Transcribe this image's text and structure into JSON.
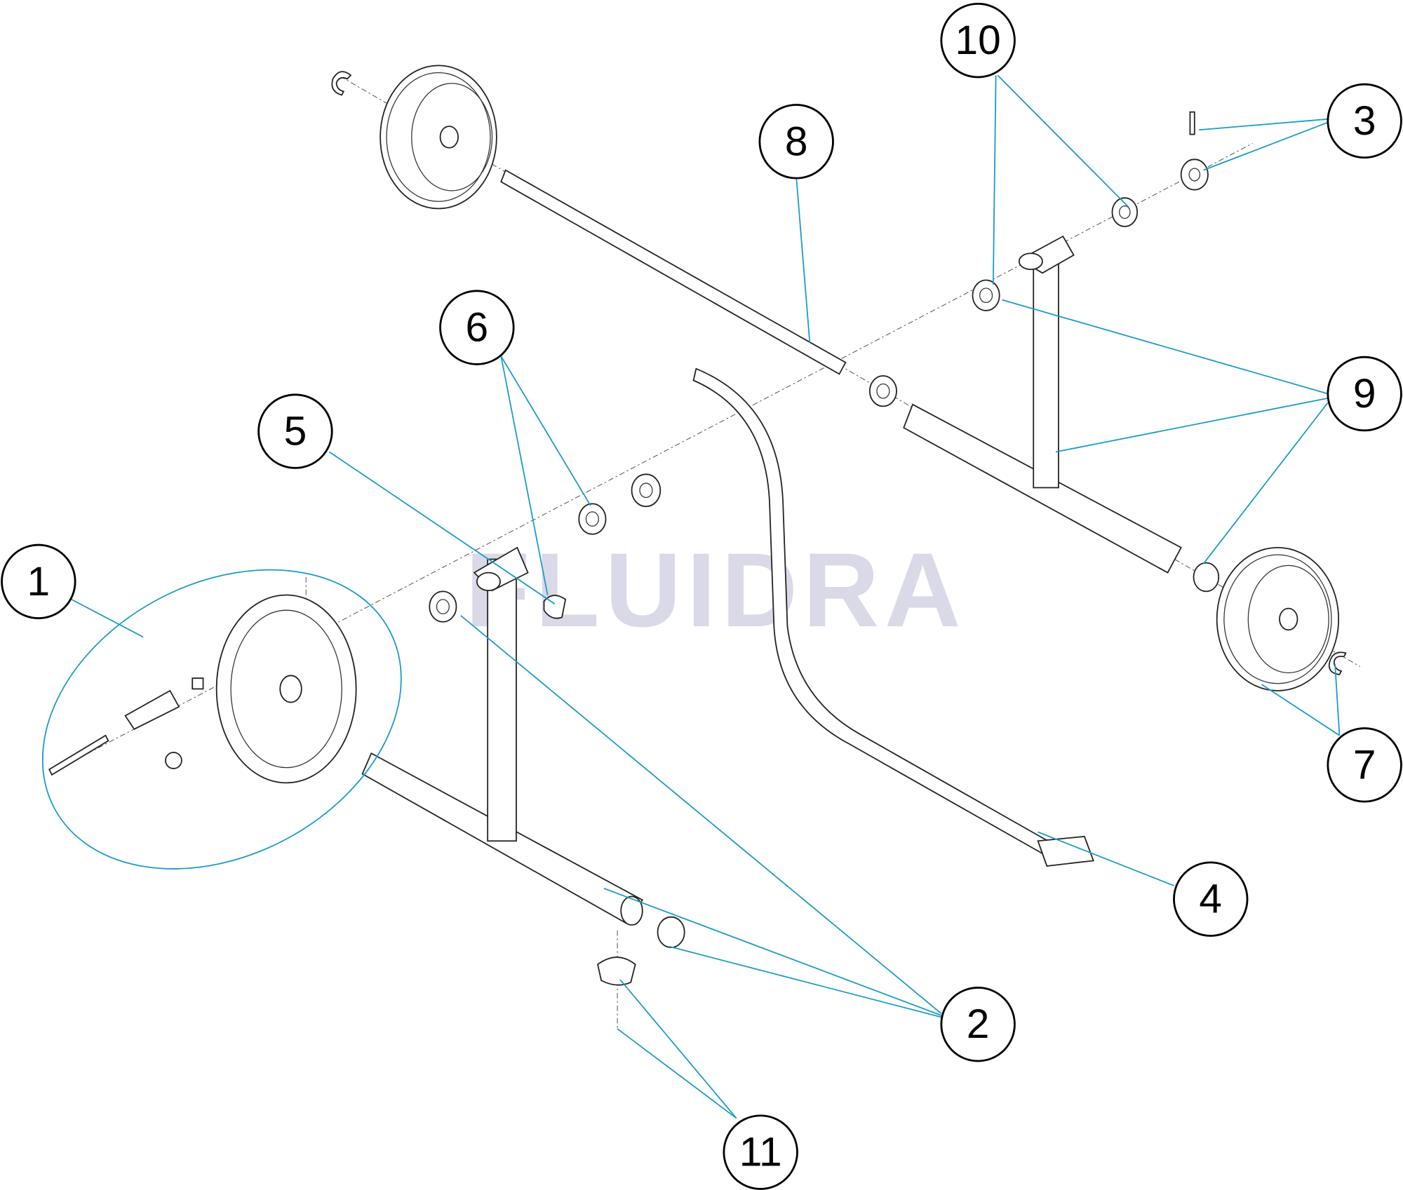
{
  "watermark": "FLUIDRA",
  "callouts": [
    "1",
    "2",
    "3",
    "4",
    "5",
    "6",
    "7",
    "8",
    "9",
    "10",
    "11"
  ],
  "colors": {
    "leader": "#1a9bc9",
    "watermark": "#d9d9e8"
  }
}
